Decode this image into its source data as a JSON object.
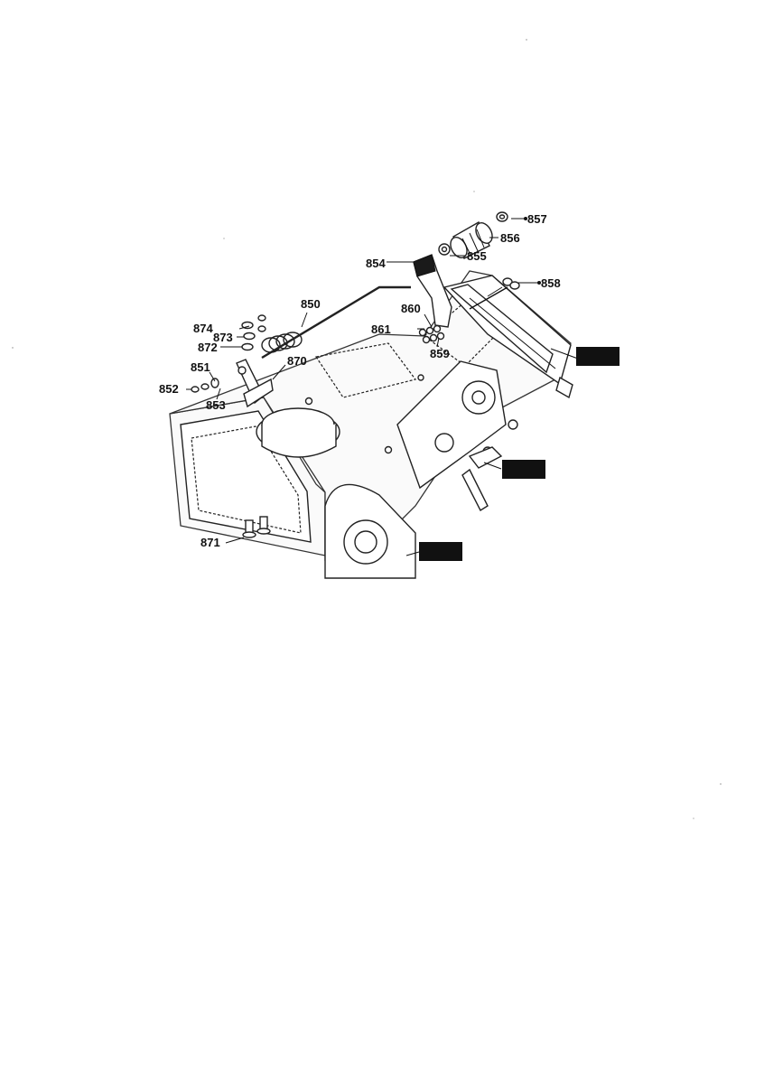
{
  "diagram": {
    "callouts": [
      {
        "id": "850",
        "label": "850"
      },
      {
        "id": "851",
        "label": "851"
      },
      {
        "id": "852",
        "label": "852"
      },
      {
        "id": "853",
        "label": "853"
      },
      {
        "id": "854",
        "label": "854"
      },
      {
        "id": "855",
        "label": "855"
      },
      {
        "id": "856",
        "label": "856"
      },
      {
        "id": "857",
        "label": "857"
      },
      {
        "id": "858",
        "label": "858"
      },
      {
        "id": "859",
        "label": "859"
      },
      {
        "id": "860",
        "label": "860"
      },
      {
        "id": "861",
        "label": "861"
      },
      {
        "id": "870",
        "label": "870"
      },
      {
        "id": "871",
        "label": "871"
      },
      {
        "id": "872",
        "label": "872"
      },
      {
        "id": "873",
        "label": "873"
      },
      {
        "id": "874",
        "label": "874"
      }
    ],
    "callout_tags": [
      "",
      "",
      ""
    ],
    "colors": {
      "line": "#111111",
      "background": "#ffffff",
      "tag_fill": "#111111"
    }
  }
}
